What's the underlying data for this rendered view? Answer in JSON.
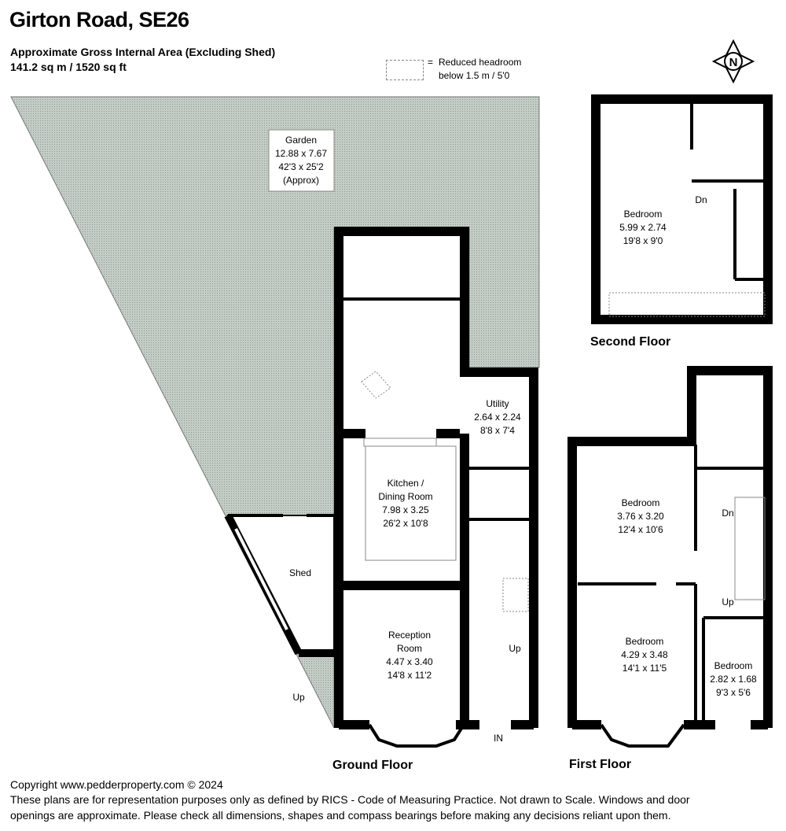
{
  "header": {
    "title": "Girton Road, SE26",
    "area_label": "Approximate Gross Internal Area (Excluding Shed)",
    "area_value": "141.2 sq m / 1520 sq ft",
    "legend_equals": "=",
    "legend_line1": "Reduced headroom",
    "legend_line2": "below 1.5 m / 5'0"
  },
  "compass": {
    "letter": "N"
  },
  "garden": {
    "name": "Garden",
    "metric": "12.88 x 7.67",
    "imperial": "42'3 x 25'2",
    "note": "(Approx)"
  },
  "ground_floor": {
    "label": "Ground Floor",
    "shed": "Shed",
    "up_outside": "Up",
    "utility": {
      "name": "Utility",
      "metric": "2.64 x 2.24",
      "imperial": "8'8 x 7'4"
    },
    "kitchen": {
      "name1": "Kitchen /",
      "name2": "Dining Room",
      "metric": "7.98 x 3.25",
      "imperial": "26'2 x 10'8"
    },
    "reception": {
      "name1": "Reception",
      "name2": "Room",
      "metric": "4.47 x 3.40",
      "imperial": "14'8 x 11'2"
    },
    "stairs_up": "Up",
    "entrance": "IN"
  },
  "first_floor": {
    "label": "First Floor",
    "bedroom1": {
      "name": "Bedroom",
      "metric": "3.76 x 3.20",
      "imperial": "12'4 x 10'6"
    },
    "bedroom2": {
      "name": "Bedroom",
      "metric": "4.29 x 3.48",
      "imperial": "14'1 x 11'5"
    },
    "bedroom3": {
      "name": "Bedroom",
      "metric": "2.82 x 1.68",
      "imperial": "9'3 x 5'6"
    },
    "stairs_dn": "Dn",
    "stairs_up": "Up"
  },
  "second_floor": {
    "label": "Second Floor",
    "bedroom": {
      "name": "Bedroom",
      "metric": "5.99 x 2.74",
      "imperial": "19'8 x 9'0"
    },
    "stairs_dn": "Dn"
  },
  "footer": {
    "copyright": "Copyright www.pedderproperty.com © 2024",
    "disclaimer1": "These plans are for representation purposes only as defined by RICS - Code of Measuring Practice. Not drawn to Scale. Windows and door",
    "disclaimer2": "openings are approximate. Please check all dimensions, shapes and compass bearings before making any decisions reliant upon them."
  },
  "colors": {
    "garden_hatch": "#aab5ad",
    "walls": "#000000"
  }
}
